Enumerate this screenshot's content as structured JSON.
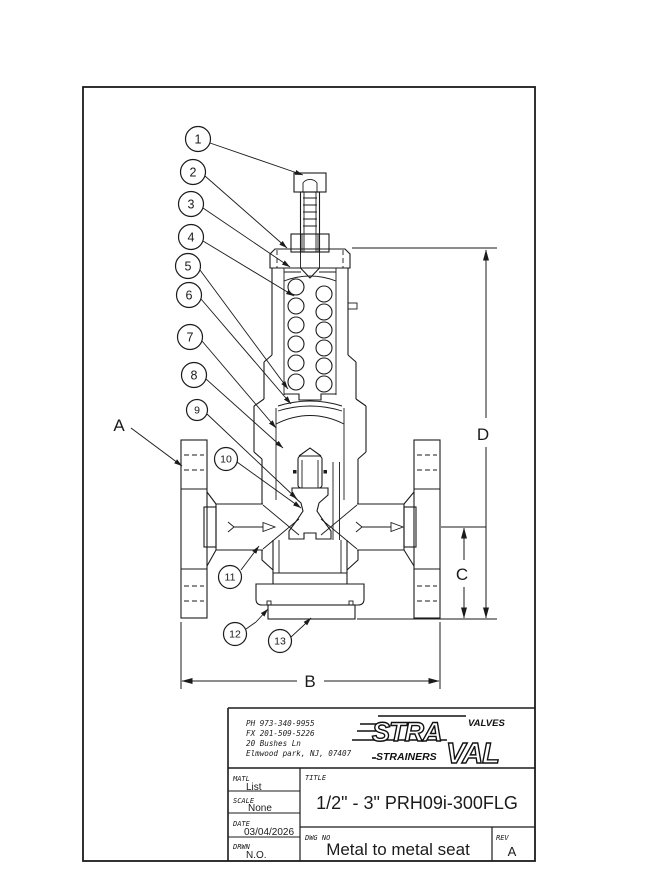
{
  "drawing": {
    "balloons": [
      "1",
      "2",
      "3",
      "4",
      "5",
      "6",
      "7",
      "8",
      "9",
      "10",
      "11",
      "12",
      "13"
    ],
    "dims": {
      "a": "A",
      "b": "B",
      "c": "C",
      "d": "D"
    }
  },
  "title_block": {
    "contact": {
      "phone": "PH 973-340-9955",
      "fax": "FX 201-509-5226",
      "address1": "20 Bushes Ln",
      "address2": "Elmwood park, NJ, 07407"
    },
    "brand": {
      "stra": "STRA",
      "val": "VAL",
      "valves": "VALVES",
      "strainers": "STRAINERS"
    },
    "matl_label": "MATL",
    "matl_value": "List",
    "scale_label": "SCALE",
    "scale_value": "None",
    "date_label": "DATE",
    "date_value": "03/04/2026",
    "drwn_label": "DRWN",
    "drwn_value": "N.O.",
    "title_label": "TITLE",
    "title_value": "1/2\" - 3\" PRH09i-300FLG",
    "dwg_label": "DWG NO",
    "dwg_value": "Metal to metal seat",
    "rev_label": "REV",
    "rev_value": "A"
  },
  "colors": {
    "line": "#1b1b1b",
    "paper": "#ffffff"
  }
}
